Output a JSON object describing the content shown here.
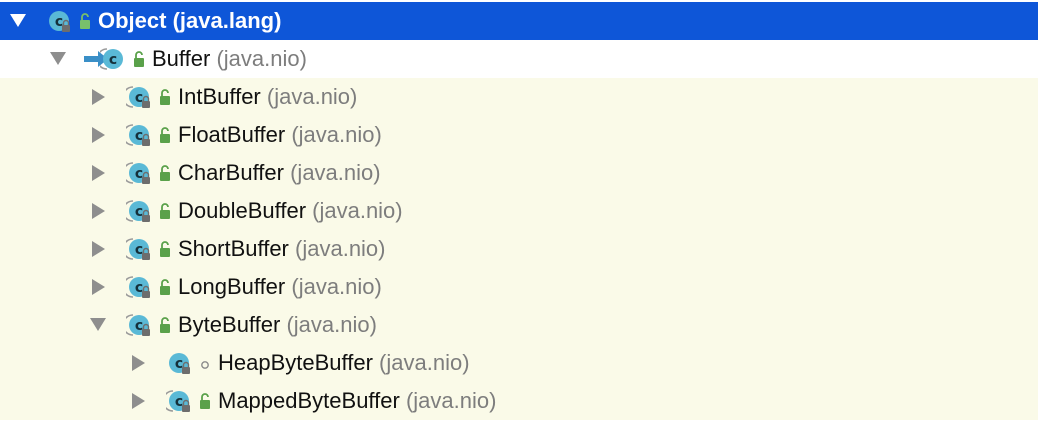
{
  "colors": {
    "selected_bg": "#0e56d8",
    "row_highlight_bg": "#fafae8",
    "class_icon_fill": "#5ab9d6",
    "visibility_icon_fill": "#5aa14a",
    "package_text": "#7d7d7d"
  },
  "tree": [
    {
      "name": "Object",
      "package": "(java.lang)",
      "expanded": true,
      "selected": true,
      "icon": "class-icon",
      "visibility": "public-unlock-icon",
      "depth": 0
    },
    {
      "name": "Buffer",
      "package": "(java.nio)",
      "expanded": true,
      "selected": false,
      "icon": "abstract-class-with-current-arrow-icon",
      "visibility": "public-unlock-icon",
      "depth": 1
    },
    {
      "name": "IntBuffer",
      "package": "(java.nio)",
      "expanded": false,
      "selected": false,
      "icon": "abstract-class-locked-icon",
      "visibility": "public-unlock-icon",
      "depth": 2
    },
    {
      "name": "FloatBuffer",
      "package": "(java.nio)",
      "expanded": false,
      "selected": false,
      "icon": "abstract-class-locked-icon",
      "visibility": "public-unlock-icon",
      "depth": 2
    },
    {
      "name": "CharBuffer",
      "package": "(java.nio)",
      "expanded": false,
      "selected": false,
      "icon": "abstract-class-locked-icon",
      "visibility": "public-unlock-icon",
      "depth": 2
    },
    {
      "name": "DoubleBuffer",
      "package": "(java.nio)",
      "expanded": false,
      "selected": false,
      "icon": "abstract-class-locked-icon",
      "visibility": "public-unlock-icon",
      "depth": 2
    },
    {
      "name": "ShortBuffer",
      "package": "(java.nio)",
      "expanded": false,
      "selected": false,
      "icon": "abstract-class-locked-icon",
      "visibility": "public-unlock-icon",
      "depth": 2
    },
    {
      "name": "LongBuffer",
      "package": "(java.nio)",
      "expanded": false,
      "selected": false,
      "icon": "abstract-class-locked-icon",
      "visibility": "public-unlock-icon",
      "depth": 2
    },
    {
      "name": "ByteBuffer",
      "package": "(java.nio)",
      "expanded": true,
      "selected": false,
      "icon": "abstract-class-locked-icon",
      "visibility": "public-unlock-icon",
      "depth": 2
    },
    {
      "name": "HeapByteBuffer",
      "package": "(java.nio)",
      "expanded": false,
      "selected": false,
      "icon": "class-locked-icon",
      "visibility": "package-private-dot-icon",
      "depth": 3
    },
    {
      "name": "MappedByteBuffer",
      "package": "(java.nio)",
      "expanded": false,
      "selected": false,
      "icon": "abstract-class-locked-icon",
      "visibility": "public-unlock-icon",
      "depth": 3
    }
  ]
}
